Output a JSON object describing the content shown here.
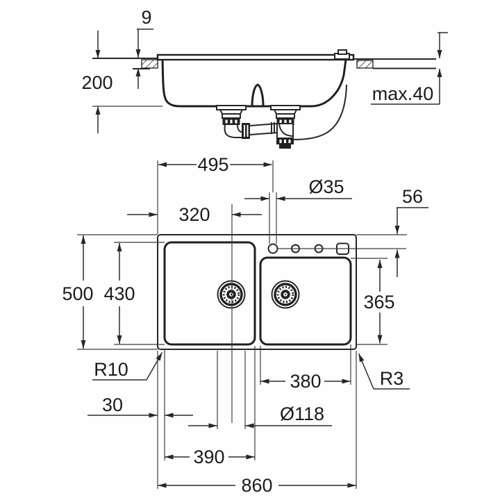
{
  "drawing": {
    "side_view": {
      "rim_height": "9",
      "bowl_depth": "200",
      "countertop_thickness": "max.40"
    },
    "plan_view": {
      "tap_hole_from_left": "495",
      "tap_hole_diameter": "Ø35",
      "main_bowl_center_from_left": "320",
      "holes_row_from_edge": "56",
      "overall_depth": "500",
      "inner_depth": "430",
      "second_bowl_depth": "365",
      "inner_corner_radius": "R10",
      "side_margin": "30",
      "main_bowl_width": "390",
      "second_bowl_width": "380",
      "drain_diameter": "Ø118",
      "overall_width": "860",
      "outer_corner_radius": "R3"
    }
  }
}
